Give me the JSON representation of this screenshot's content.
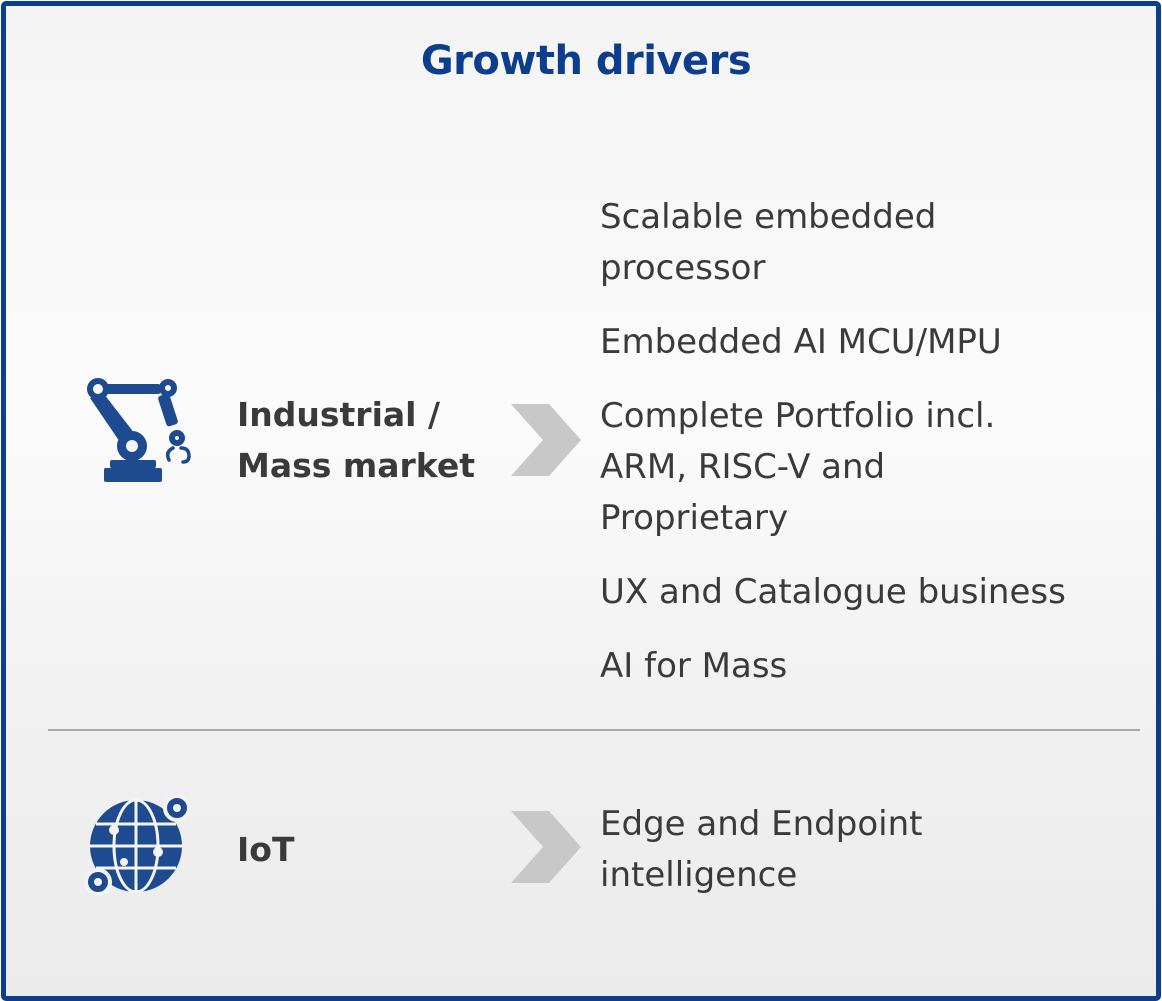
{
  "title": "Growth drivers",
  "colors": {
    "accent": "#0b3f8c",
    "icon": "#1e4a8f",
    "text": "#3a3a3a",
    "chevron": "#c8c8c8",
    "divider": "#a9a9a9"
  },
  "rows": [
    {
      "icon": "robot-arm-icon",
      "label": "Industrial /\nMass market",
      "items": [
        "Scalable embedded\nprocessor",
        "Embedded AI MCU/MPU",
        "Complete Portfolio incl.\nARM, RISC-V and\nProprietary",
        "UX and Catalogue business",
        "AI for Mass"
      ]
    },
    {
      "icon": "globe-network-icon",
      "label": "IoT",
      "items": [
        "Edge and Endpoint\nintelligence"
      ]
    }
  ]
}
